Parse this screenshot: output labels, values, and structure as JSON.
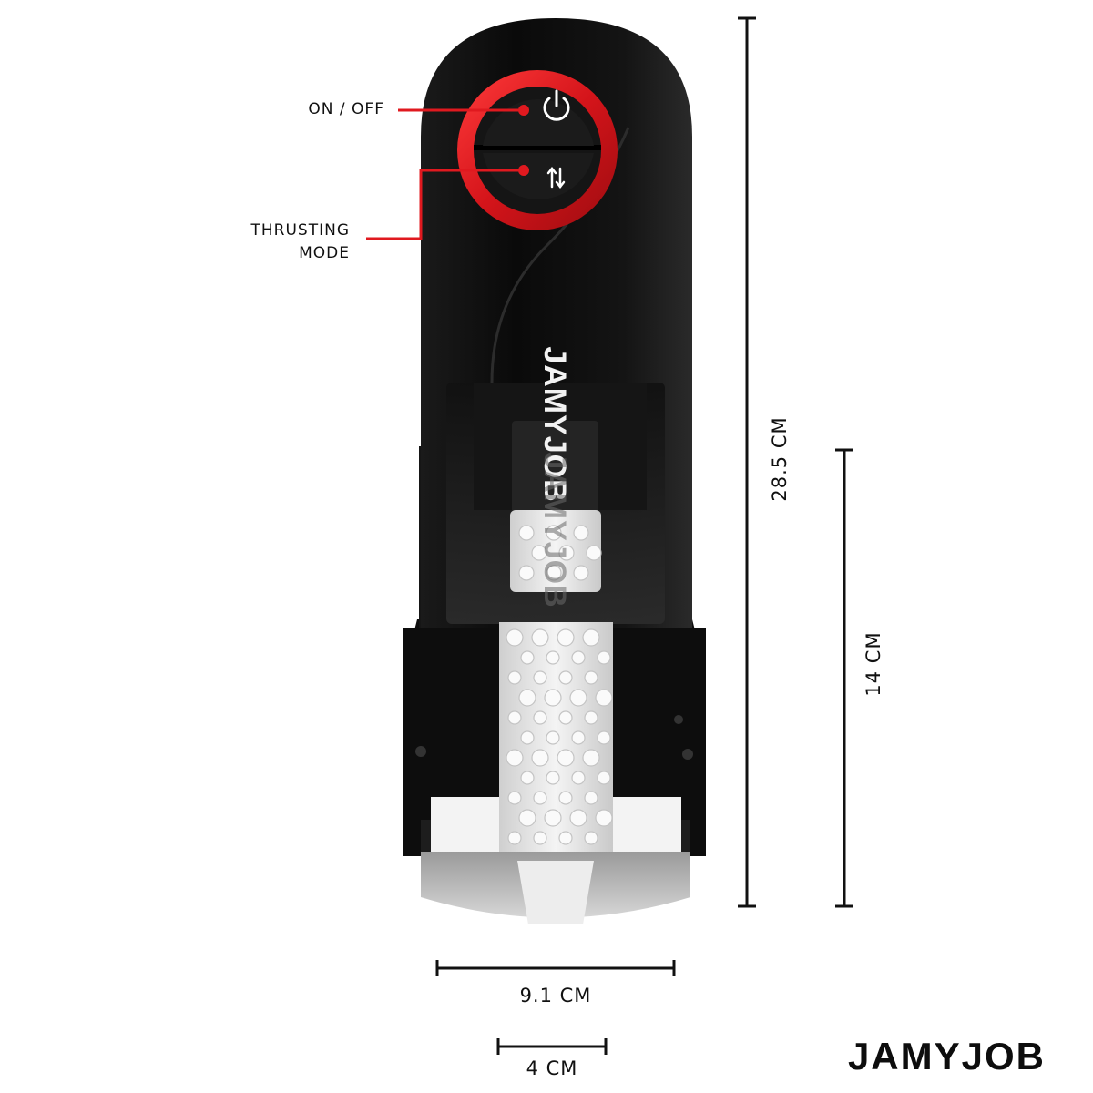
{
  "callouts": {
    "on_off": "ON / OFF",
    "thrusting_line1": "THRUSTING",
    "thrusting_line2": "MODE"
  },
  "device": {
    "logo_text": "JAMYJOB",
    "power_icon": "power-icon",
    "mode_icon": "up-down-arrows-icon"
  },
  "dimensions": {
    "total_height": "28.5 CM",
    "sleeve_height": "14 CM",
    "width": "9.1 CM",
    "opening": "4 CM"
  },
  "brand": "JAMYJOB",
  "colors": {
    "body": "#0b0b0b",
    "accent": "#e0191f",
    "sleeve": "#e9e9e9"
  }
}
